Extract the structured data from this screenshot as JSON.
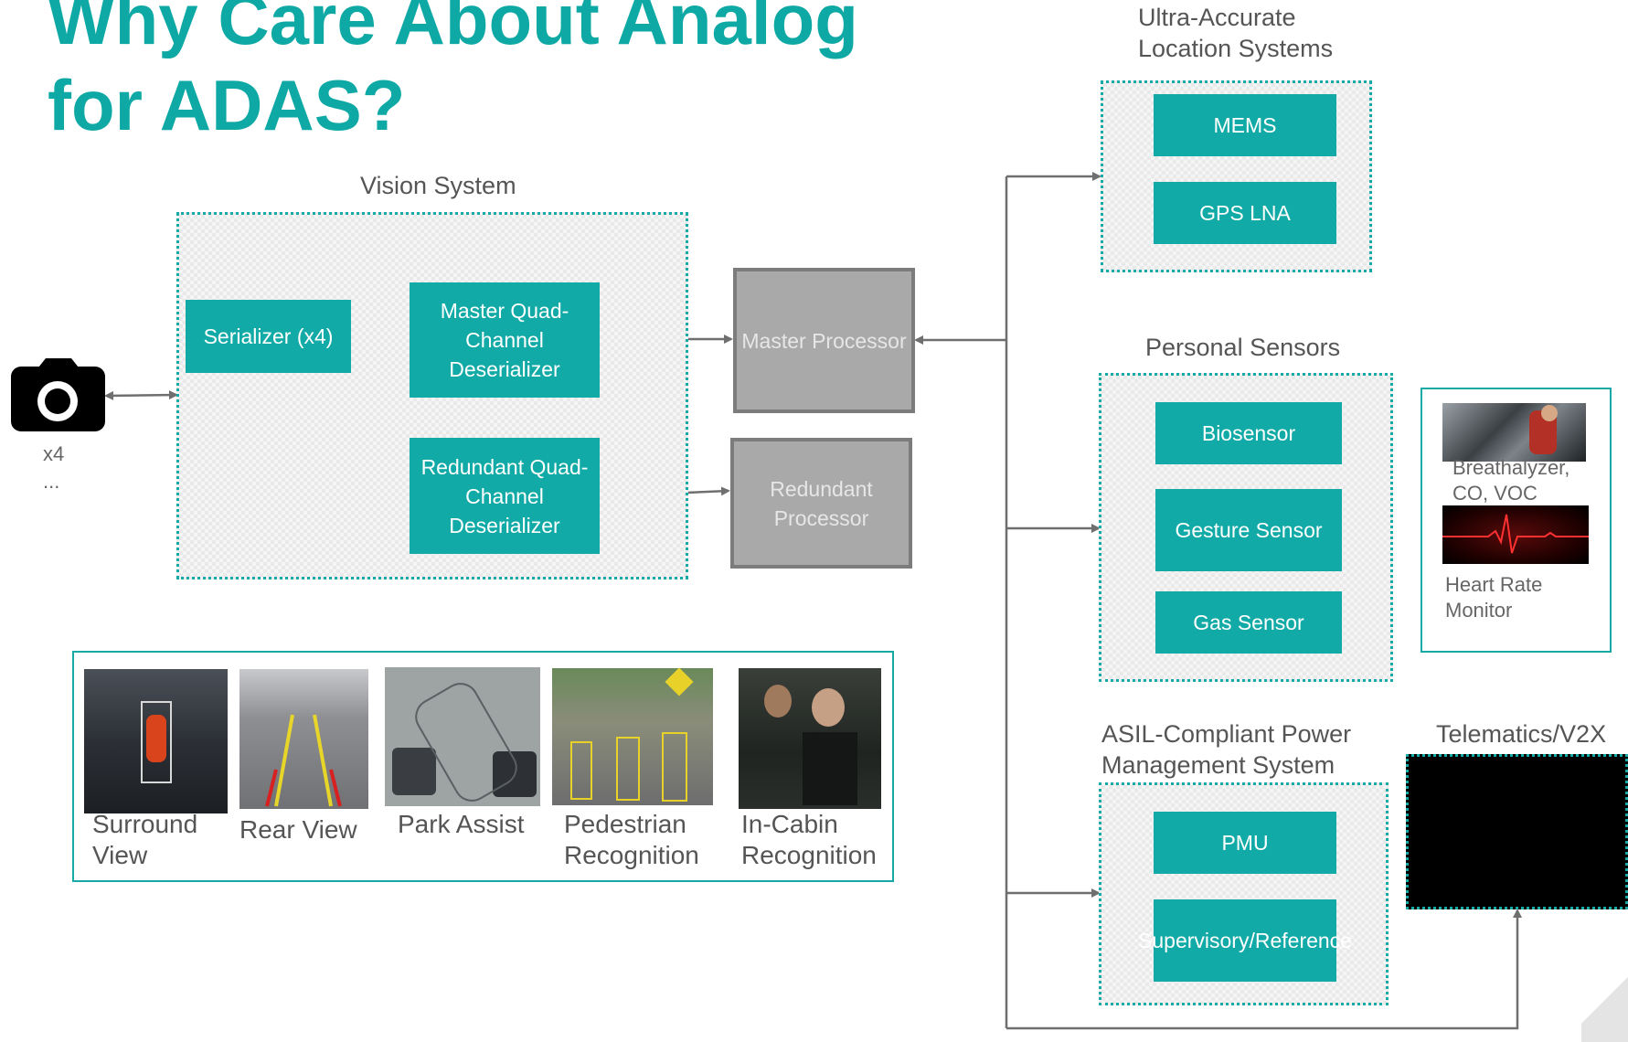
{
  "title": "Why Care About Analog for ADAS?",
  "camera": {
    "icon": "camera-icon",
    "count": "x4",
    "ellipsis": "..."
  },
  "vision": {
    "label": "Vision System",
    "serializer": "Serializer (x4)",
    "master_deser": "Master Quad-Channel Deserializer",
    "redundant_deser": "Redundant Quad-Channel Deserializer"
  },
  "processors": {
    "master": "Master Processor",
    "redundant": "Redundant Processor"
  },
  "location": {
    "label": "Ultra-Accurate Location Systems",
    "mems": "MEMS",
    "gps": "GPS LNA"
  },
  "personal": {
    "label": "Personal Sensors",
    "bio": "Biosensor",
    "gesture": "Gesture Sensor",
    "gas": "Gas Sensor"
  },
  "monitors": {
    "breath": "Breathalyzer, CO, VOC",
    "heart": "Heart Rate Monitor"
  },
  "power": {
    "label": "ASIL-Compliant Power Management System",
    "pmu": "PMU",
    "supervisory": "Supervisory/Reference"
  },
  "telematics": {
    "label": "Telematics/V2X"
  },
  "applications": [
    {
      "label": "Surround View"
    },
    {
      "label": "Rear View"
    },
    {
      "label": "Park Assist"
    },
    {
      "label": "Pedestrian Recognition"
    },
    {
      "label": "In-Cabin Recognition"
    }
  ],
  "colors": {
    "teal": "#11aaa6",
    "title": "#0fa9a5",
    "processor": "#a9a9a9",
    "wire": "#6f6f6f"
  }
}
